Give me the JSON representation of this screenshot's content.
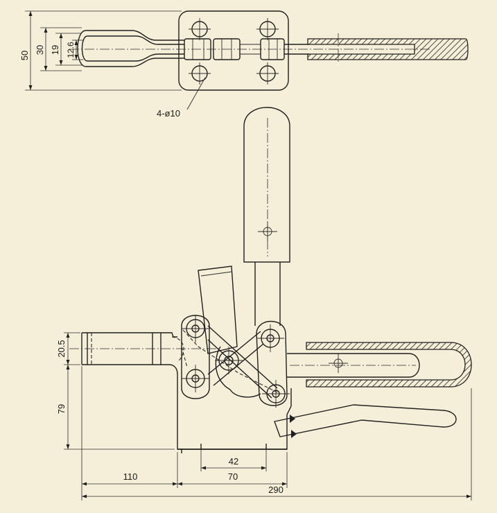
{
  "drawing": {
    "callout_holes": "4-ø10",
    "dims": {
      "d50": "50",
      "d30": "30",
      "d19": "19",
      "d12_6": "12.6",
      "d20_5": "20.5",
      "d79": "79",
      "d110": "110",
      "d70": "70",
      "d42": "42",
      "d290": "290"
    }
  },
  "colors": {
    "paper": "#f5efd9",
    "line": "#1f1f1f",
    "hatch_fill": "#5a5a5a"
  }
}
